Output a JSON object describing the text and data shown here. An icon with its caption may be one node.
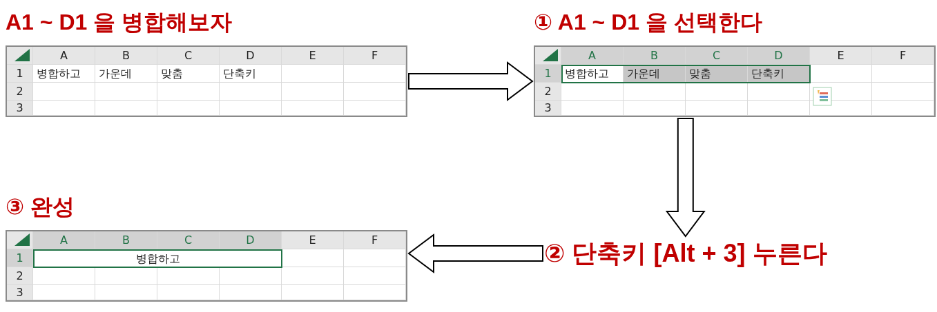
{
  "diagram": {
    "nodes": [
      {
        "text": [
          "A1 ~ D1 을 병합해보자"
        ]
      },
      {
        "text": [
          "① A1 ~ D1 을 선택한다"
        ]
      },
      {
        "text": [
          "② 단축키 [Alt + 3] 누른다"
        ]
      },
      {
        "text": [
          "③ 완성"
        ]
      }
    ],
    "edges": [
      {
        "from": 0,
        "to": 1,
        "arrow": "to"
      },
      {
        "from": 1,
        "to": 2,
        "arrow": "to"
      },
      {
        "from": 2,
        "to": 3,
        "arrow": "to"
      }
    ],
    "labels": [
      "A",
      "B",
      "C",
      "D",
      "E",
      "F",
      "1",
      "병합하고",
      "가운데",
      "맞춤",
      "단축키",
      "2",
      "3",
      "A",
      "B",
      "C",
      "D",
      "E",
      "F",
      "1",
      "병합하고",
      "가운데",
      "맞춤",
      "단축키",
      "2",
      "3",
      "A",
      "B",
      "C",
      "D",
      "E",
      "F",
      "1",
      "병합하고",
      "2",
      "3"
    ]
  }
}
